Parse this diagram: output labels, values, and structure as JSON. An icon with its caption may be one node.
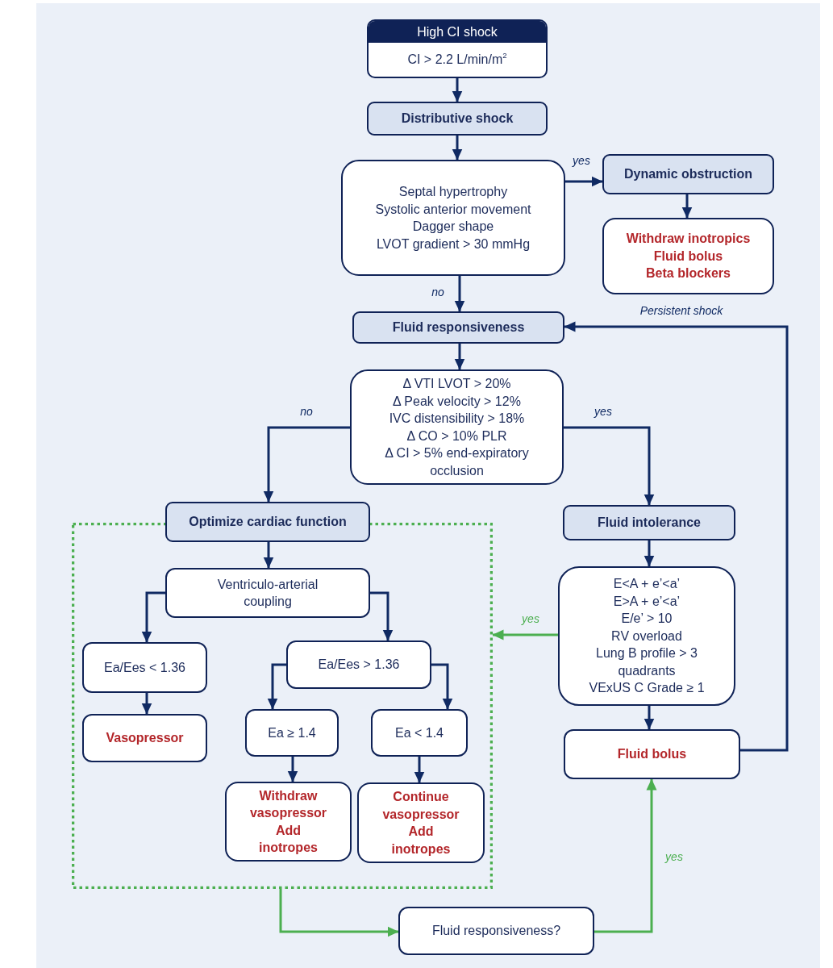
{
  "diagram": {
    "nodes": [
      {
        "text": [
          "High CI shock",
          "CI > 2.2 L/min/m$^{2}$"
        ]
      },
      {
        "text": [
          "Distributive shock"
        ]
      },
      {
        "text": [
          "Septal hypertrophy",
          "Systolic anterior movement",
          "Dagger shape",
          "LVOT gradient > 30 mmHg"
        ]
      },
      {
        "text": [
          "Dynamic obstruction"
        ]
      },
      {
        "text": [
          "Withdraw inotropics",
          "Fluid bolus",
          "Beta blockers"
        ]
      },
      {
        "text": [
          "Fluid responsiveness"
        ]
      },
      {
        "text": [
          "Δ VTI LVOT > 20%",
          "Δ Peak velocity > 12%",
          "IVC distensibility > 18%",
          "Δ CO > 10% PLR",
          "Δ CI > 5% end-expiratory occlusion"
        ]
      },
      {
        "text": [
          "Optimize cardiac function"
        ]
      },
      {
        "text": [],
        "shape": "box"
      },
      {
        "text": [
          "Ventriculo-arterial coupling"
        ],
        "in": 8
      },
      {
        "text": [
          "Ea/Ees < 1.36"
        ],
        "in": 8
      },
      {
        "text": [
          "Ea/Ees > 1.36"
        ],
        "in": 8
      },
      {
        "text": [
          "Vasopressor"
        ],
        "in": 8
      },
      {
        "text": [
          "Ea ≥ 1.4"
        ],
        "in": 8
      },
      {
        "text": [
          "Ea < 1.4"
        ],
        "in": 8
      },
      {
        "text": [
          "Withdraw vasopressor",
          "Add inotropes"
        ],
        "in": 8
      },
      {
        "text": [
          "Continue vasopressor",
          "Add inotropes"
        ],
        "in": 8
      },
      {
        "text": [
          "Fluid intolerance"
        ]
      },
      {
        "text": [
          "E<A + e’<a’",
          "E>A + e’<a’",
          "E/e’ > 10",
          "RV overload",
          "Lung B profile > 3 quadrants",
          "VExUS C Grade ≥ 1"
        ]
      },
      {
        "text": [
          "Fluid bolus"
        ]
      },
      {
        "text": [
          "Fluid responsiveness?"
        ]
      }
    ],
    "edges": [
      {
        "from": 0,
        "to": 1,
        "arrow": "to"
      },
      {
        "from": 1,
        "to": 2,
        "arrow": "to"
      },
      {
        "from": 2,
        "to": 3,
        "arrow": "to",
        "label": "yes"
      },
      {
        "from": 3,
        "to": 4,
        "arrow": "to"
      },
      {
        "from": 2,
        "to": 5,
        "arrow": "to",
        "label": "no"
      },
      {
        "from": 5,
        "to": 6,
        "arrow": "to"
      },
      {
        "from": 6,
        "to": 7,
        "arrow": "to",
        "label": "no"
      },
      {
        "from": 6,
        "to": 17,
        "arrow": "to",
        "label": "yes"
      },
      {
        "from": 7,
        "to": 9,
        "arrow": "to"
      },
      {
        "from": 9,
        "to": 10,
        "arrow": "to"
      },
      {
        "from": 9,
        "to": 11,
        "arrow": "to"
      },
      {
        "from": 10,
        "to": 12,
        "arrow": "to"
      },
      {
        "from": 11,
        "to": 13,
        "arrow": "to"
      },
      {
        "from": 11,
        "to": 14,
        "arrow": "to"
      },
      {
        "from": 13,
        "to": 15,
        "arrow": "to"
      },
      {
        "from": 14,
        "to": 16,
        "arrow": "to"
      },
      {
        "from": 17,
        "to": 18,
        "arrow": "to"
      },
      {
        "from": 18,
        "to": 19,
        "arrow": "to"
      },
      {
        "from": 18,
        "to": 8,
        "arrow": "to",
        "label": "yes",
        "color": "#4caf50"
      },
      {
        "from": 19,
        "to": 5,
        "arrow": "to",
        "label": "Persistent shock"
      },
      {
        "from": 8,
        "to": 20,
        "arrow": "to",
        "color": "#4caf50"
      },
      {
        "from": 20,
        "to": 19,
        "arrow": "to",
        "label": "yes",
        "color": "#4caf50"
      }
    ]
  }
}
